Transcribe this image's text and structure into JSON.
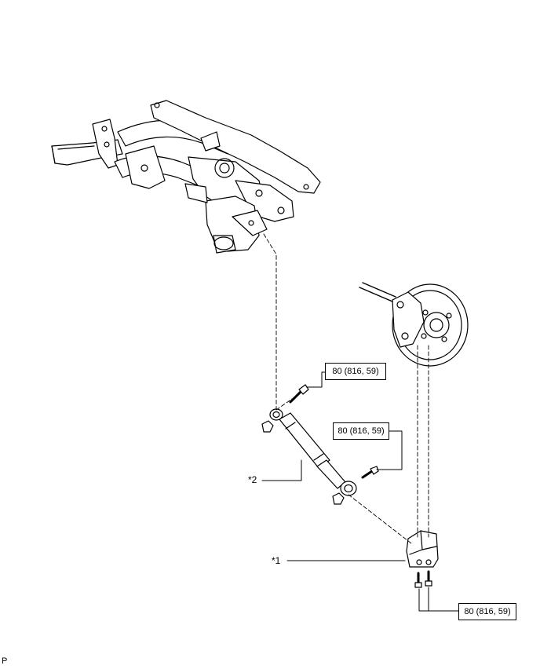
{
  "torque_labels": {
    "upper_bolt": "80 (816, 59)",
    "lower_bolt": "80 (816, 59)",
    "bracket_bolts": "80 (816, 59)"
  },
  "callouts": {
    "item_2": "*2",
    "item_1": "*1"
  },
  "corner_mark": "P",
  "parts": {
    "subframe": "rear-suspension-crossmember",
    "knuckle": "rear-axle-carrier-with-disc",
    "shock": "rear-shock-absorber",
    "bracket": "shock-absorber-lower-bracket"
  }
}
